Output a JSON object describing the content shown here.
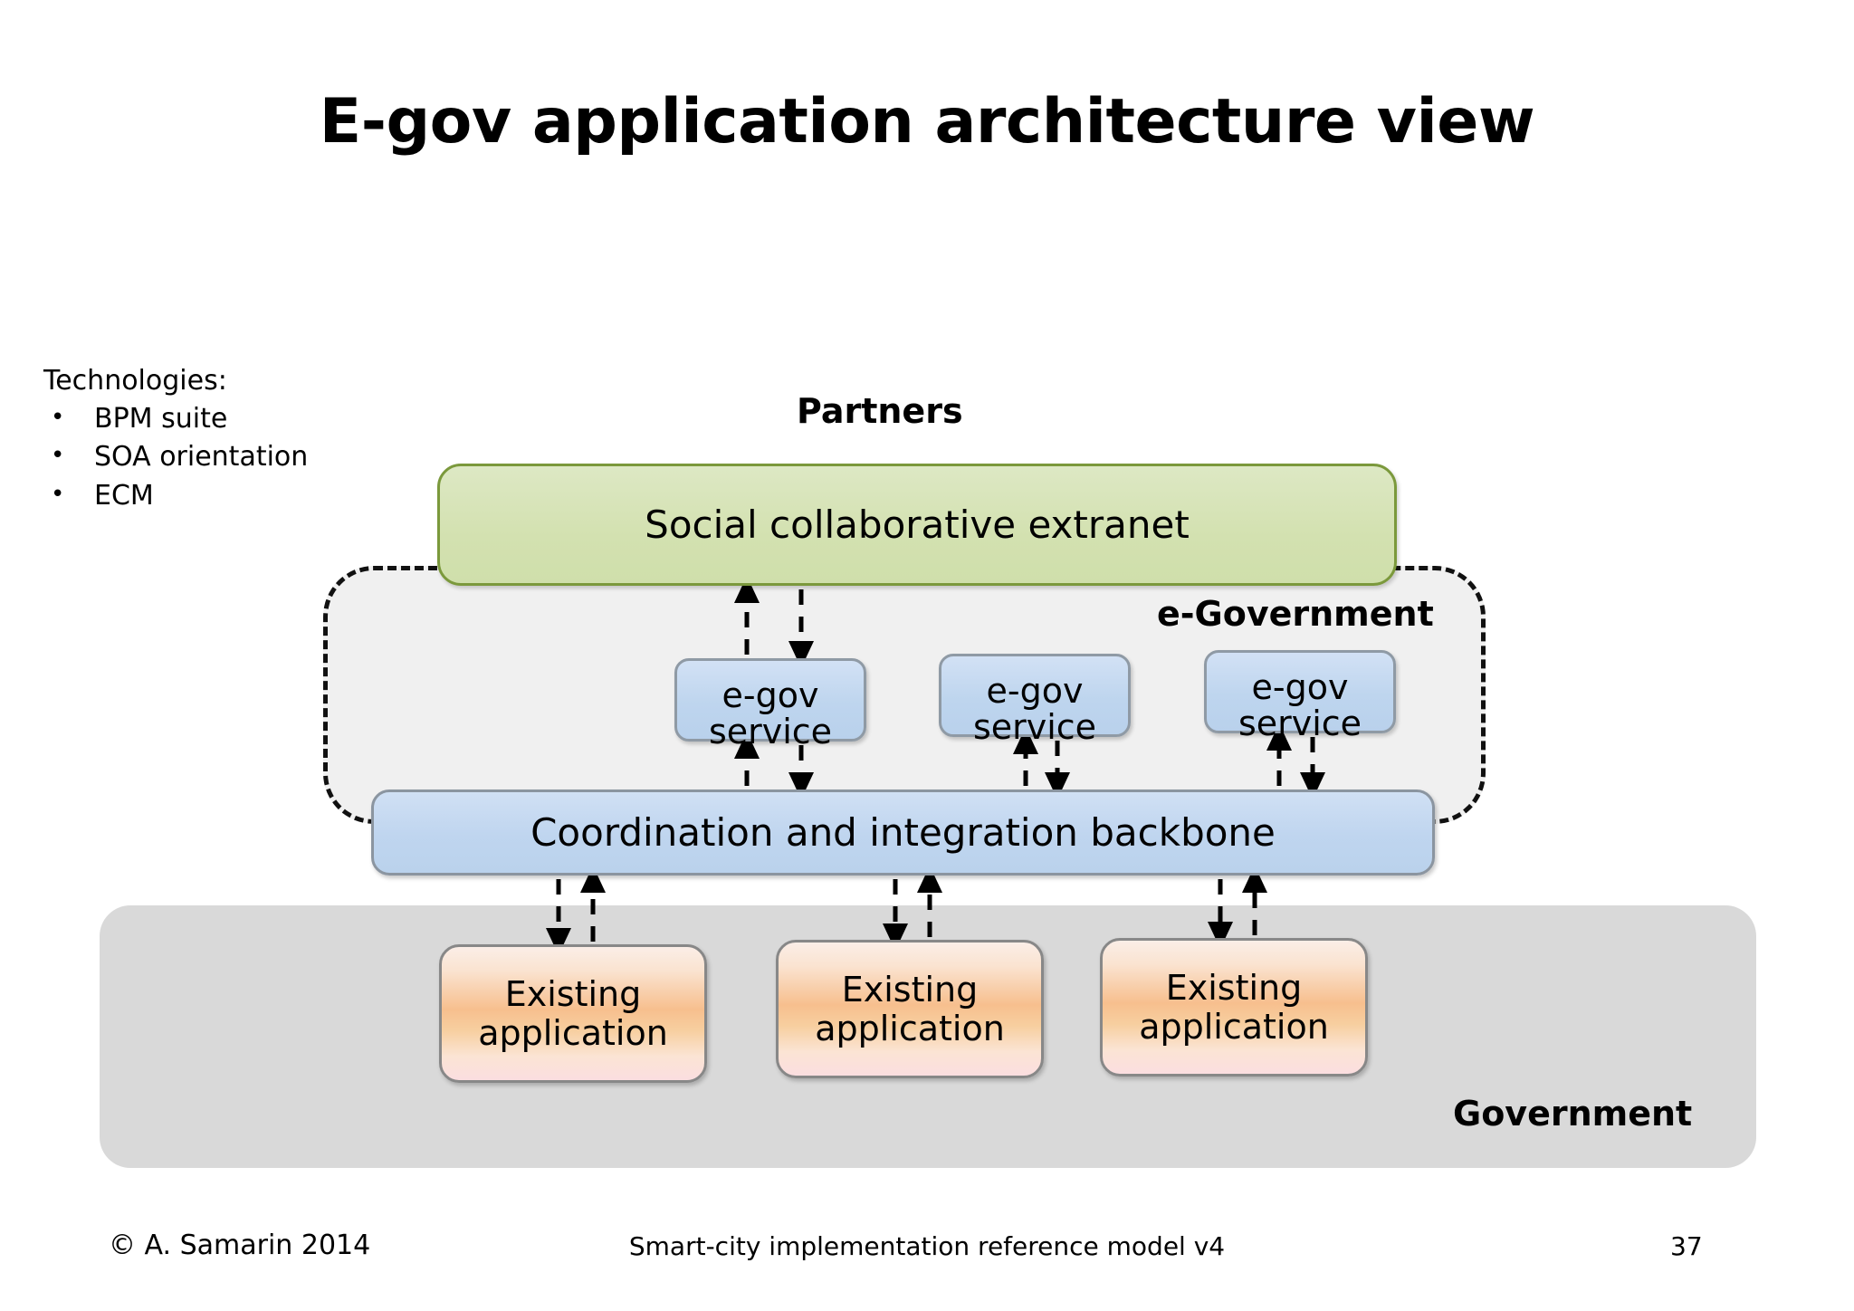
{
  "slide": {
    "title": "E-gov application architecture view"
  },
  "technologies": {
    "heading": "Technologies:",
    "bullet_glyph": "•",
    "items": [
      "BPM suite",
      "SOA orientation",
      "ECM"
    ]
  },
  "labels": {
    "partners": "Partners",
    "egovernment": "e-Government",
    "government": "Government"
  },
  "boxes": {
    "extranet": "Social collaborative extranet",
    "backbone": "Coordination and integration backbone",
    "services": [
      {
        "line1": "e-gov",
        "line2": "service"
      },
      {
        "line1": "e-gov",
        "line2": "service"
      },
      {
        "line1": "e-gov",
        "line2": "service"
      }
    ],
    "applications": [
      {
        "line1": "Existing",
        "line2": "application"
      },
      {
        "line1": "Existing",
        "line2": "application"
      },
      {
        "line1": "Existing",
        "line2": "application"
      }
    ]
  },
  "footer": {
    "copyright": "© A. Samarin 2014",
    "document": "Smart-city implementation reference model v4",
    "page_number": "37"
  },
  "colors": {
    "extranet_fill": "#d3e1b0",
    "extranet_border": "#7b993c",
    "service_fill": "#bed5ee",
    "service_border": "#8f9aa5",
    "backbone_fill": "#bfd5ef",
    "app_fill_mid": "#f7bf8e",
    "government_band": "#d9d9d9",
    "egov_container_fill": "#f0f0f0",
    "egov_container_border": "#111111",
    "page_background": "#ffffff"
  }
}
